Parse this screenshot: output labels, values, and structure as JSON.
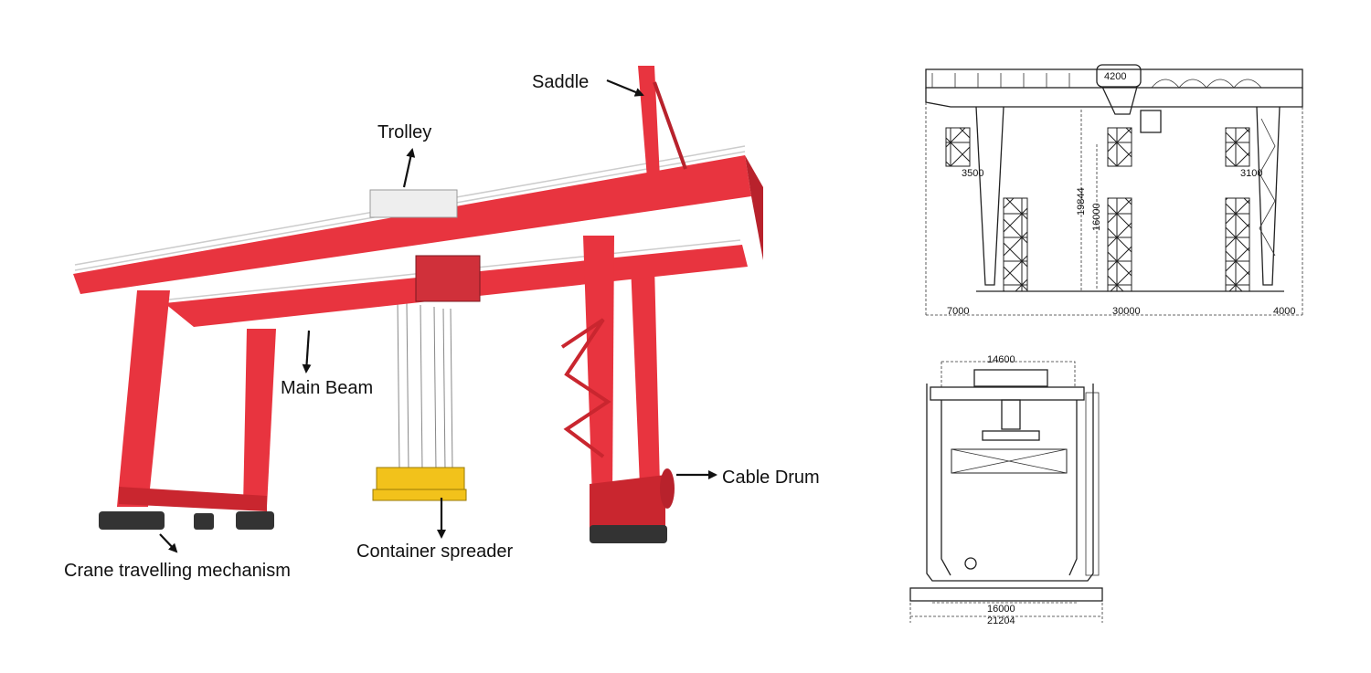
{
  "colors": {
    "crane": "#e8343f",
    "crane_dark": "#b8222c",
    "spreader": "#f2c21b",
    "line": "#222222"
  },
  "labels": {
    "saddle": "Saddle",
    "trolley": "Trolley",
    "main_beam": "Main Beam",
    "cable_drum": "Cable Drum",
    "container_spreader": "Container spreader",
    "crane_travelling_mechanism": "Crane travelling mechanism"
  },
  "front_view": {
    "dims": {
      "trolley_width": "4200",
      "left_cantilever_clearance": "3500",
      "total_height": "19844",
      "lift_height": "16000",
      "right_clearance": "3100",
      "left_cantilever": "7000",
      "span": "30000",
      "right_cantilever": "4000"
    }
  },
  "side_view": {
    "dims": {
      "top_width": "14600",
      "wheel_base": "16000",
      "overall_width": "21204"
    }
  }
}
